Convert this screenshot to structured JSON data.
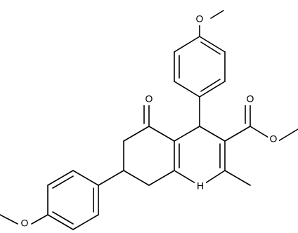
{
  "molecule": {
    "atoms": {
      "o_top_methoxy": "O",
      "o_ketone": "O",
      "o_ester_carbonyl": "O",
      "o_ester_ether": "O",
      "n_amine": "H",
      "o_bottom_methoxy": "O"
    }
  }
}
